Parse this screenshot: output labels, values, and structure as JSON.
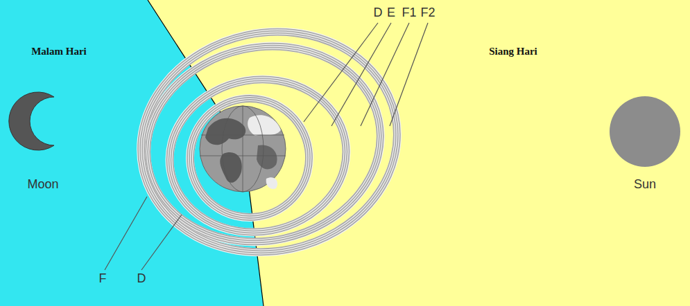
{
  "diagram": {
    "labels": [
      "Malam Hari",
      "Siang Hari",
      "D",
      "E",
      "F1",
      "F2",
      "Moon",
      "Sun",
      "F",
      "D"
    ]
  }
}
